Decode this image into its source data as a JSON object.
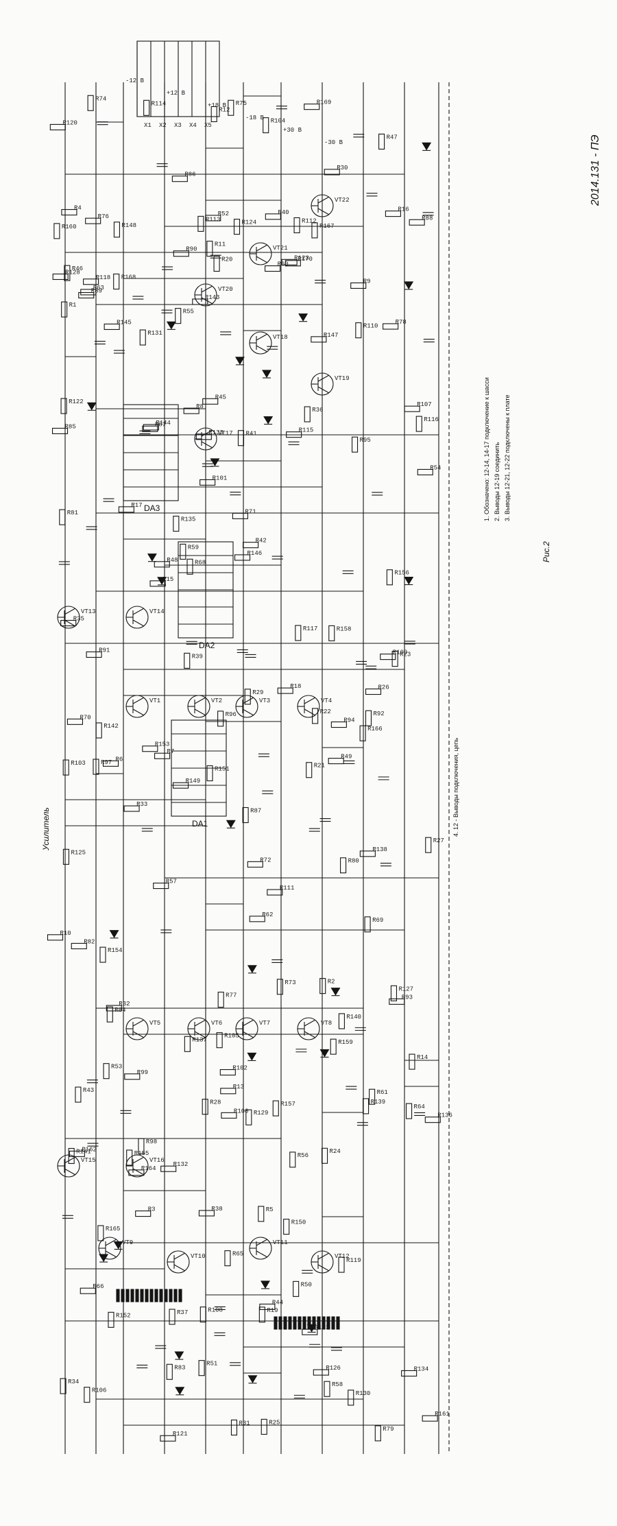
{
  "sheet": {
    "doc_number": "2014.131 - ПЭ",
    "figure_caption": "Рис.2",
    "section_label": "Усилитель"
  },
  "notes": [
    "1. Обозначено: 12-14, 14-17 подключение к шасси",
    "2. Выводы 12-19 соединить",
    "3. Выводы 12-21, 12-22 подключены к плате",
    "4. 12 - Выводы подключения, цепь"
  ],
  "power_labels": [
    "-12 В",
    "+12 В",
    "+18 В",
    "-18 В",
    "+30 В",
    "-30 В"
  ],
  "transistors": [
    "VT1",
    "VT2",
    "VT3",
    "VT4",
    "VT5",
    "VT6",
    "VT7",
    "VT8",
    "VT9",
    "VT10",
    "VT11",
    "VT12",
    "VT13",
    "VT14",
    "VT15",
    "VT16",
    "VT17",
    "VT18",
    "VT19",
    "VT20",
    "VT21",
    "VT22"
  ],
  "connectors": [
    "X1",
    "X2",
    "X3",
    "X4",
    "X5"
  ],
  "chips": [
    "DA1",
    "DA2",
    "DA3"
  ]
}
